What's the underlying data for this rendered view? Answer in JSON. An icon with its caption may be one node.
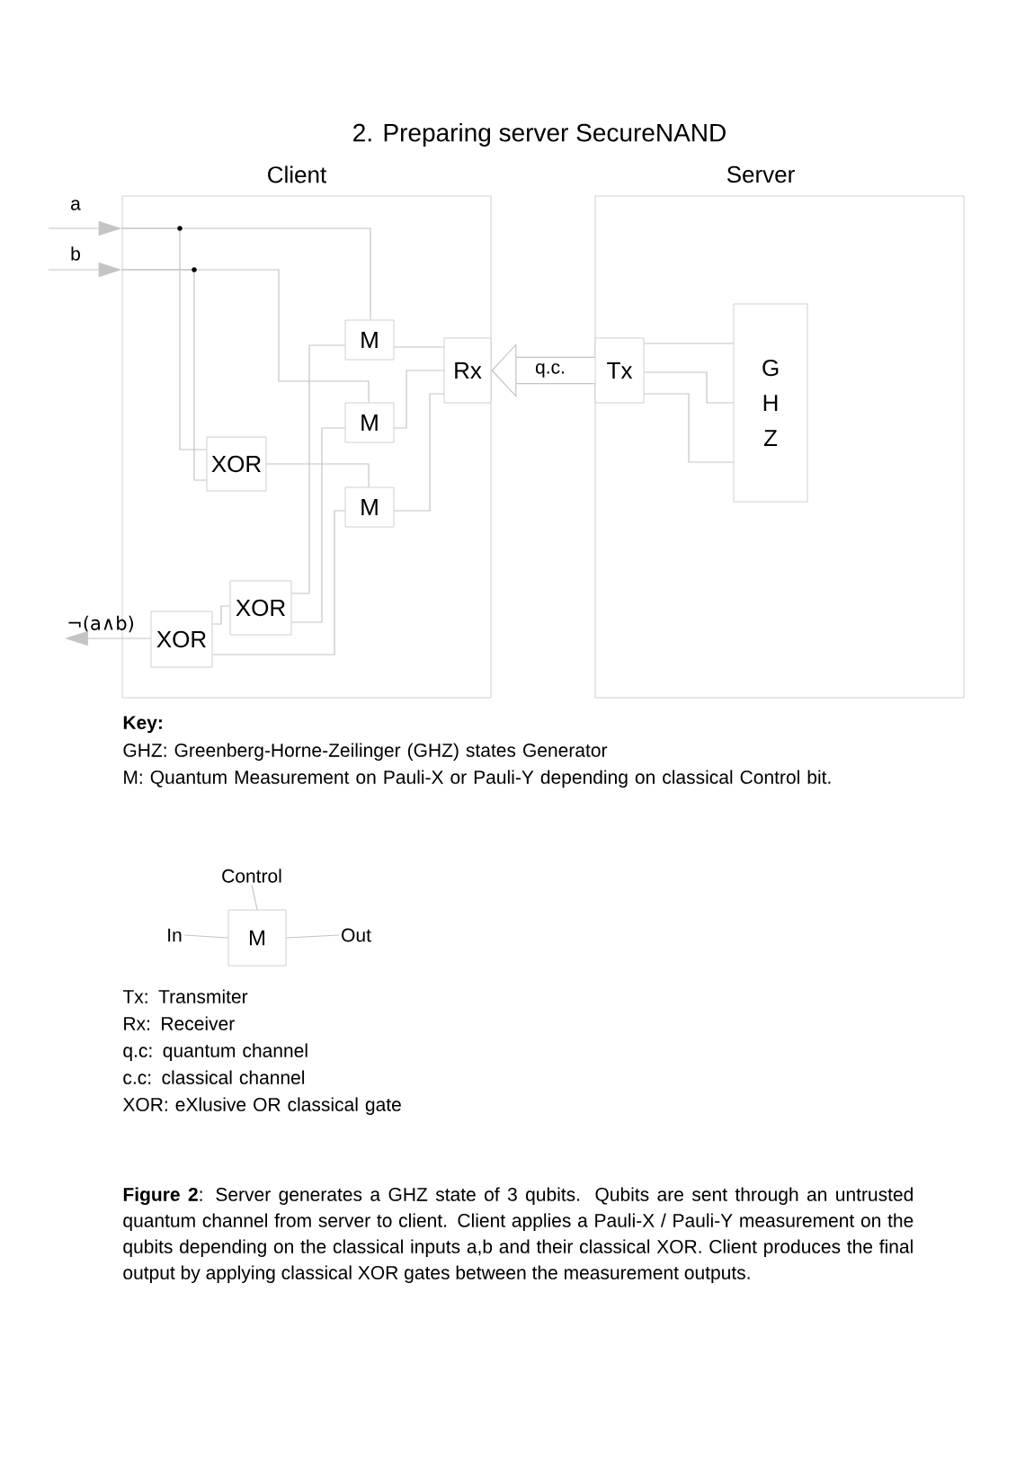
{
  "diagram": {
    "title": "2. Preparing server SecureNAND",
    "caption": "**Figure 2**: Server generates a GHZ state of 3 qubits. Qubits are sent through an untrusted quantum channel from server to client. Client applies a Pauli-X / Pauli-Y measurement on the qubits depending on the classical inputs a,b and their classical XOR. Client produces the final output by applying classical XOR gates between the measurement outputs.",
    "nodes": [
      {
        "text": [
          "Client"
        ]
      },
      {
        "text": [
          "Server"
        ]
      },
      {
        "text": [
          "M"
        ],
        "in": 0
      },
      {
        "text": [
          "M"
        ],
        "in": 0
      },
      {
        "text": [
          "M"
        ],
        "in": 0
      },
      {
        "text": [
          "Rx"
        ],
        "in": 0
      },
      {
        "text": [
          "XOR"
        ],
        "in": 0
      },
      {
        "text": [
          "XOR"
        ],
        "in": 0
      },
      {
        "text": [
          "XOR"
        ],
        "in": 0
      },
      {
        "text": [
          "Tx"
        ],
        "in": 1
      },
      {
        "text": [
          "G H Z"
        ],
        "in": 1
      },
      {
        "text": [
          "In"
        ]
      },
      {
        "text": [
          "M"
        ]
      },
      {
        "text": [
          "Out"
        ]
      },
      {
        "text": [
          "Control"
        ]
      },
      {
        "text": [
          "¬(a∧b)"
        ]
      }
    ],
    "edges": [
      {
        "from": null,
        "to": 0,
        "arrow": "to"
      },
      {
        "from": 0,
        "to": 2,
        "arrow": "none"
      },
      {
        "from": 0,
        "to": 6,
        "arrow": "none"
      },
      {
        "from": null,
        "to": 0,
        "arrow": "to"
      },
      {
        "from": 0,
        "to": 3,
        "arrow": "none"
      },
      {
        "from": 0,
        "to": 6,
        "arrow": "none"
      },
      {
        "from": 6,
        "to": 4,
        "arrow": "none"
      },
      {
        "from": 5,
        "to": 2,
        "arrow": "none"
      },
      {
        "from": 5,
        "to": 3,
        "arrow": "none"
      },
      {
        "from": 5,
        "to": 4,
        "arrow": "none"
      },
      {
        "from": 2,
        "to": 7,
        "arrow": "none"
      },
      {
        "from": 3,
        "to": 7,
        "arrow": "none"
      },
      {
        "from": 4,
        "to": 8,
        "arrow": "none"
      },
      {
        "from": 7,
        "to": 8,
        "arrow": "none"
      },
      {
        "from": 8,
        "to": 15,
        "arrow": "to"
      },
      {
        "from": 9,
        "to": 5,
        "arrow": "to",
        "label": "q.c.",
        "style": "thick"
      },
      {
        "from": 10,
        "to": 9,
        "arrow": "none"
      },
      {
        "from": 10,
        "to": 9,
        "arrow": "none"
      },
      {
        "from": 10,
        "to": 9,
        "arrow": "none"
      },
      {
        "from": 11,
        "to": 12,
        "arrow": "none"
      },
      {
        "from": 12,
        "to": 13,
        "arrow": "none"
      },
      {
        "from": 14,
        "to": 12,
        "arrow": "none"
      }
    ],
    "labels": [
      "a",
      "b",
      "Key:",
      "GHZ: Greenberg-Horne-Zeilinger (GHZ) states Generator",
      "M: Quantum Measurement on Pauli-X or Pauli-Y depending on classical Control bit.",
      "Tx: Transmiter",
      "Rx: Receiver",
      "q.c: quantum channel",
      "c.c: classical channel",
      "XOR: eXlusive OR classical gate"
    ]
  }
}
